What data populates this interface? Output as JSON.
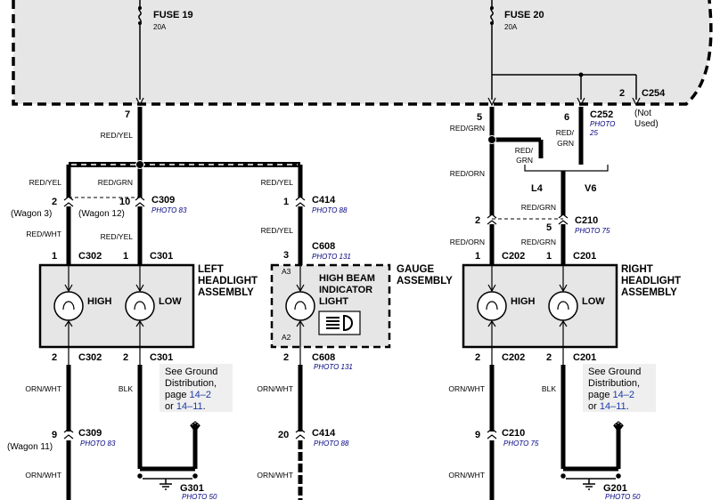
{
  "fuses": {
    "fuse19": {
      "name": "FUSE 19",
      "rating": "20A"
    },
    "fuse20": {
      "name": "FUSE 20",
      "rating": "20A"
    }
  },
  "connectors": {
    "c254": {
      "pin": "2",
      "name": "C254",
      "note_line1": "(Not",
      "note_line2": "Used)"
    },
    "top_left_pin": "7",
    "top_right_pin5": "5",
    "c252": {
      "pin": "6",
      "name": "C252",
      "photo_line1": "PHOTO",
      "photo_line2": "25"
    },
    "c309_upper": {
      "pin_left": "2",
      "pin_left_note": "(Wagon 3)",
      "pin_right": "10",
      "pin_right_note": "(Wagon 12)",
      "name": "C309",
      "photo": "PHOTO 83"
    },
    "c414_upper": {
      "pin": "1",
      "name": "C414",
      "photo": "PHOTO 88"
    },
    "c608_upper": {
      "pin": "3",
      "name": "C608",
      "photo": "PHOTO 131"
    },
    "c302_upper": {
      "pin": "1",
      "name": "C302"
    },
    "c301_upper": {
      "pin": "1",
      "name": "C301"
    },
    "c210_upper": {
      "pin_left": "2",
      "pin_right": "5",
      "name": "C210",
      "photo": "PHOTO 75"
    },
    "c202_upper": {
      "pin": "1",
      "name": "C202"
    },
    "c201_upper": {
      "pin": "1",
      "name": "C201"
    },
    "c302_lower": {
      "pin": "2",
      "name": "C302"
    },
    "c301_lower": {
      "pin": "2",
      "name": "C301"
    },
    "c608_lower": {
      "pin": "2",
      "name": "C608",
      "photo": "PHOTO 131"
    },
    "c202_lower": {
      "pin": "2",
      "name": "C202"
    },
    "c201_lower": {
      "pin": "2",
      "name": "C201"
    },
    "c309_lower": {
      "pin": "9",
      "pin_note": "(Wagon 11)",
      "name": "C309",
      "photo": "PHOTO 83"
    },
    "c414_lower": {
      "pin": "20",
      "name": "C414",
      "photo": "PHOTO 88"
    },
    "c210_lower": {
      "pin": "9",
      "name": "C210",
      "photo": "PHOTO 75"
    },
    "g301": {
      "name": "G301",
      "photo": "PHOTO 50"
    },
    "g201": {
      "name": "G201",
      "photo": "PHOTO 50"
    }
  },
  "wires": {
    "red_yel": "RED/YEL",
    "red_grn": "RED/GRN",
    "red_grn_split_1": "RED/",
    "red_grn_split_2": "GRN",
    "red_org": "RED/ORN",
    "red_wht": "RED/WHT",
    "orn_wht": "ORN/WHT",
    "blk": "BLK"
  },
  "variants": {
    "l4": "L4",
    "v6": "V6"
  },
  "assemblies": {
    "left": {
      "line1": "LEFT",
      "line2": "HEADLIGHT",
      "line3": "ASSEMBLY",
      "high": "HIGH",
      "low": "LOW"
    },
    "gauge": {
      "line1": "GAUGE",
      "line2": "ASSEMBLY",
      "bulb_line1": "HIGH BEAM",
      "bulb_line2": "INDICATOR",
      "bulb_line3": "LIGHT",
      "pin_a3": "A3",
      "pin_a2": "A2"
    },
    "right": {
      "line1": "RIGHT",
      "line2": "HEADLIGHT",
      "line3": "ASSEMBLY",
      "high": "HIGH",
      "low": "LOW"
    }
  },
  "ground_notes": {
    "left": {
      "line1": "See Ground",
      "line2": "Distribution,",
      "line3_pre": "page ",
      "link1": "14–2",
      "line4_pre": "or ",
      "link2": "14–11",
      "line4_post": "."
    },
    "right": {
      "line1": "See Ground",
      "line2": "Distribution,",
      "line3_pre": "page ",
      "link1": "14–2",
      "line4_pre": "or ",
      "link2": "14–11",
      "line4_post": "."
    }
  }
}
